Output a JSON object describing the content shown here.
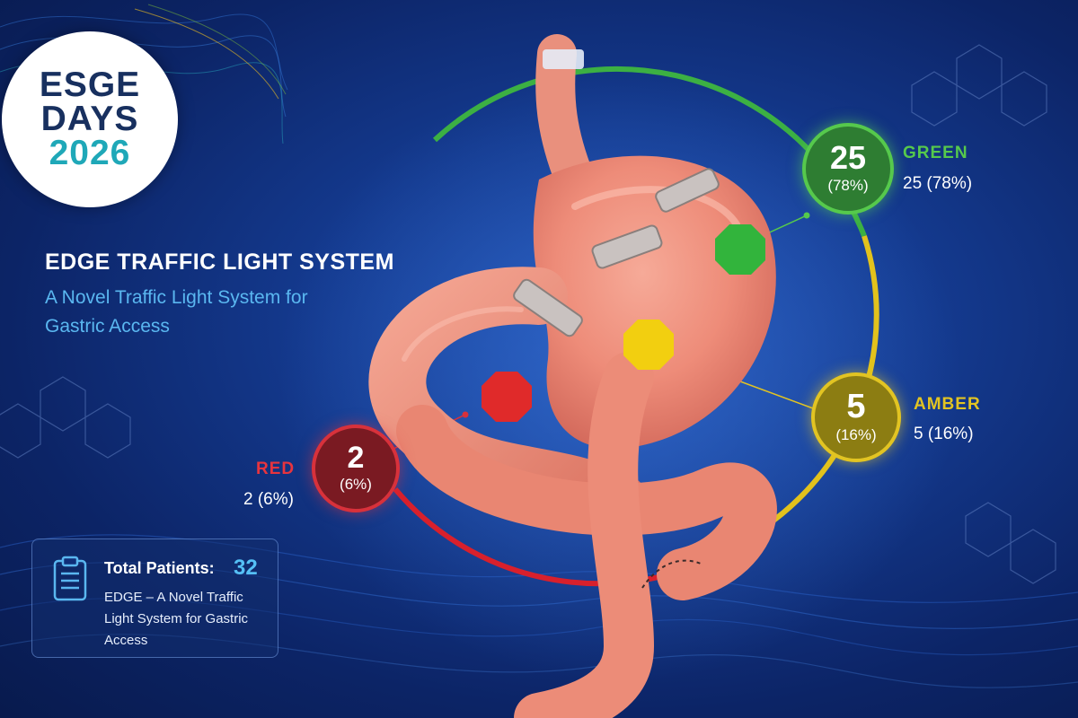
{
  "logo": {
    "line1": "ESGE",
    "line2": "DAYS",
    "line3": "2026"
  },
  "title": "EDGE TRAFFIC LIGHT SYSTEM",
  "subtitle": "A Novel Traffic Light System for Gastric Access",
  "colors": {
    "green": "#56c94c",
    "amber": "#e2c422",
    "red": "#d8313b",
    "accent_text": "#5ab7f0",
    "background": "#0c2466"
  },
  "categories": [
    {
      "key": "green",
      "label": "GREEN",
      "count": "25",
      "percent": "(78%)",
      "summary": "25 (78%)",
      "value": 25,
      "share": 0.78
    },
    {
      "key": "amber",
      "label": "AMBER",
      "count": "5",
      "percent": "(16%)",
      "summary": "5 (16%)",
      "value": 5,
      "share": 0.16
    },
    {
      "key": "red",
      "label": "RED",
      "count": "2",
      "percent": "(6%)",
      "summary": "2 (6%)",
      "value": 2,
      "share": 0.06
    }
  ],
  "stats": {
    "total_label": "Total Patients:",
    "total_value": "32",
    "description": "EDGE – A Novel Traffic Light System for Gastric Access"
  },
  "icons": {
    "box": "clipboard-icon"
  }
}
